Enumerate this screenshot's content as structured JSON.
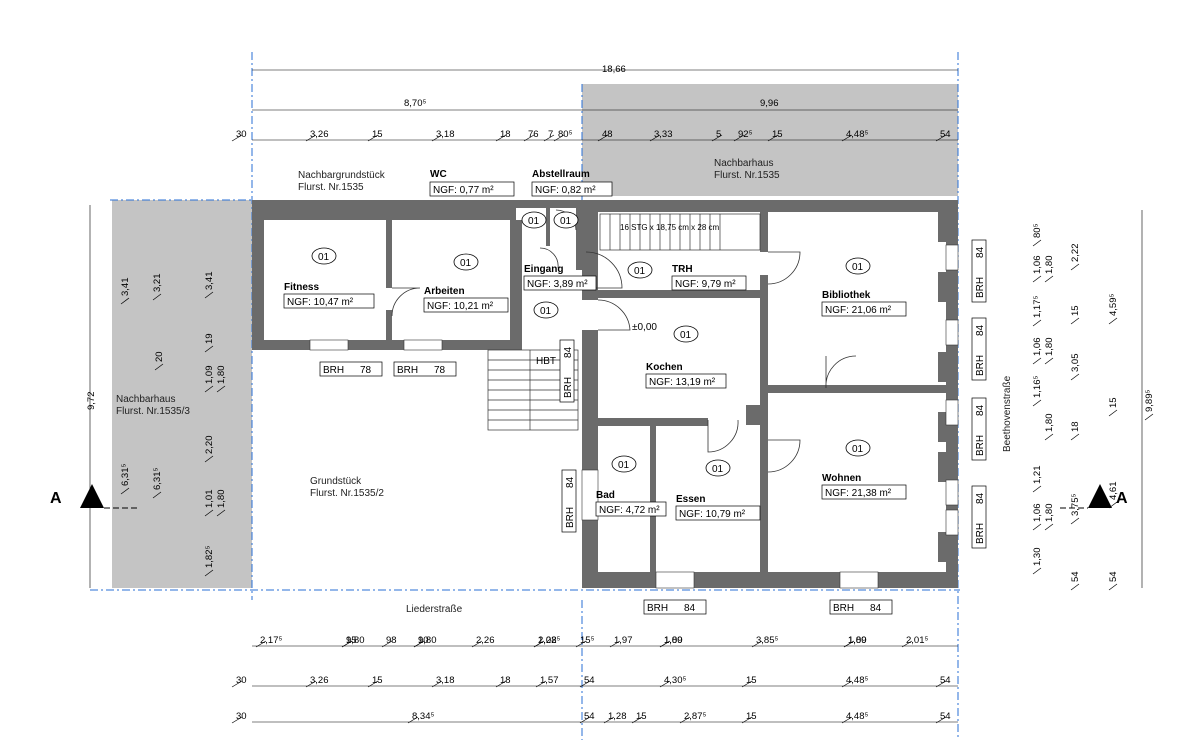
{
  "plan": {
    "dims_top_total": "18,66",
    "dims_top_left": "8,70⁵",
    "dims_top_right": "9,96",
    "dims_top_row": [
      "30",
      "3,26",
      "15",
      "3,18",
      "18",
      "76",
      "7",
      "80⁵",
      "48",
      "3,33",
      "5",
      "92⁵",
      "15",
      "4,48⁵",
      "54"
    ],
    "dims_bottom_row1": [
      "2,17⁵",
      "95",
      "1,80",
      "98",
      "90",
      "1,80",
      "2,26",
      "1,22",
      "2,08⁵",
      "15⁵",
      "1,97",
      "1,09",
      "1,80",
      "3,85⁵",
      "1,09",
      "1,80",
      "2,01⁵"
    ],
    "dims_bottom_row2": [
      "30",
      "3,26",
      "15",
      "3,18",
      "18",
      "1,57",
      "54",
      "4,30⁵",
      "15",
      "4,48⁵",
      "54"
    ],
    "dims_bottom_row3": [
      "30",
      "8,34⁵",
      "54",
      "1,28",
      "15",
      "2,87⁵",
      "15",
      "4,48⁵",
      "54"
    ],
    "dims_left_outer": "9,72",
    "dims_left": [
      "3,41",
      "3,21",
      "3,41",
      "20",
      "19",
      "1,09",
      "1,80",
      "2,20",
      "6,31⁵",
      "6,31⁵",
      "1,01",
      "1,80",
      "1,82⁵"
    ],
    "dims_right": [
      "80⁵",
      "2,22",
      "1,06",
      "1,80",
      "1,17⁵",
      "15",
      "4,59⁵",
      "1,06",
      "1,80",
      "3,05",
      "1,16⁵",
      "15",
      "1,80",
      "18",
      "9,89⁵",
      "1,21",
      "3,75⁵",
      "4,61",
      "1,06",
      "1,80",
      "1,30",
      "54",
      "54"
    ],
    "neighbor_top": "Nachbargrundstück",
    "neighbor_top_nr": "Flurst. Nr.1535",
    "neighbor_house_top": "Nachbarhaus",
    "neighbor_house_top_nr": "Flurst. Nr.1535",
    "neighbor_left": "Nachbarhaus",
    "neighbor_left_nr": "Flurst. Nr.1535/3",
    "grundstueck": "Grundstück",
    "grundstueck_nr": "Flurst. Nr.1535/2",
    "street_bottom": "Liederstraße",
    "street_right": "Beethovenstraße",
    "section_mark": "A",
    "stair_label": "16 STG x 18,75 cm x 28 cm",
    "level": "±0,00",
    "hbt": "HBT",
    "rooms": [
      {
        "id": "wc",
        "name": "WC",
        "area": "NGF: 0,77 m²",
        "num": "01"
      },
      {
        "id": "abstellraum",
        "name": "Abstellraum",
        "area": "NGF: 0,82 m²",
        "num": "01"
      },
      {
        "id": "fitness",
        "name": "Fitness",
        "area": "NGF: 10,47 m²",
        "num": "01"
      },
      {
        "id": "arbeiten",
        "name": "Arbeiten",
        "area": "NGF: 10,21 m²",
        "num": "01"
      },
      {
        "id": "eingang",
        "name": "Eingang",
        "area": "NGF: 3,89 m²",
        "num": "01"
      },
      {
        "id": "trh",
        "name": "TRH",
        "area": "NGF: 9,79 m²",
        "num": "01"
      },
      {
        "id": "bibliothek",
        "name": "Bibliothek",
        "area": "NGF: 21,06 m²",
        "num": "01"
      },
      {
        "id": "kochen",
        "name": "Kochen",
        "area": "NGF: 13,19 m²",
        "num": "01"
      },
      {
        "id": "bad",
        "name": "Bad",
        "area": "NGF: 4,72 m²",
        "num": "01"
      },
      {
        "id": "essen",
        "name": "Essen",
        "area": "NGF: 10,79 m²",
        "num": "01"
      },
      {
        "id": "wohnen",
        "name": "Wohnen",
        "area": "NGF: 21,38 m²",
        "num": "01"
      }
    ],
    "brh": [
      "BRH",
      "78",
      "BRH",
      "78",
      "BRH",
      "84",
      "BRH",
      "84",
      "BRH",
      "84",
      "BRH",
      "84",
      "BRH",
      "84",
      "BRH",
      "84",
      "BRH",
      "84",
      "BRH",
      "84"
    ]
  },
  "colors": {
    "wall": "#6b6b6b",
    "neighbor": "#c2c2c2",
    "axis": "#2a6fd6"
  }
}
